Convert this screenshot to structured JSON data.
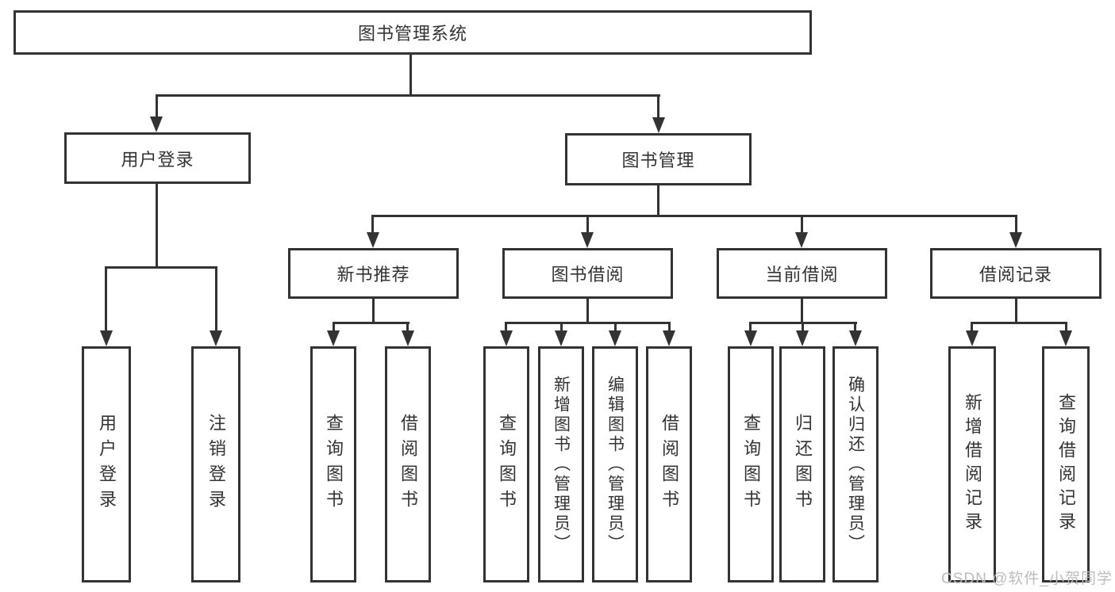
{
  "diagram": {
    "title": "图书管理系统",
    "root": {
      "label": "图书管理系统"
    },
    "level2": [
      {
        "id": "user-login",
        "label": "用户登录"
      },
      {
        "id": "book-management",
        "label": "图书管理"
      }
    ],
    "level3": [
      {
        "id": "new-book-recommend",
        "label": "新书推荐",
        "parent": "图书管理"
      },
      {
        "id": "book-borrow",
        "label": "图书借阅",
        "parent": "图书管理"
      },
      {
        "id": "current-borrow",
        "label": "当前借阅",
        "parent": "图书管理"
      },
      {
        "id": "borrow-records",
        "label": "借阅记录",
        "parent": "图书管理"
      }
    ],
    "leaves": [
      {
        "label": "用户登录",
        "parent": "用户登录"
      },
      {
        "label": "注销登录",
        "parent": "用户登录"
      },
      {
        "label": "查询图书",
        "parent": "新书推荐"
      },
      {
        "label": "借阅图书",
        "parent": "新书推荐"
      },
      {
        "label": "查询图书",
        "parent": "图书借阅"
      },
      {
        "label": "新增图书（管理员）",
        "parent": "图书借阅"
      },
      {
        "label": "编辑图书（管理员）",
        "parent": "图书借阅"
      },
      {
        "label": "借阅图书",
        "parent": "图书借阅"
      },
      {
        "label": "查询图书",
        "parent": "当前借阅"
      },
      {
        "label": "归还图书",
        "parent": "当前借阅"
      },
      {
        "label": "确认归还（管理员）",
        "parent": "当前借阅"
      },
      {
        "label": "新增借阅记录",
        "parent": "借阅记录"
      },
      {
        "label": "查询借阅记录",
        "parent": "借阅记录"
      }
    ]
  },
  "watermark": {
    "text": "CSDN @软件_小贺同学"
  },
  "colors": {
    "line": "#333333",
    "box_border": "#333333",
    "box_fill": "#ffffff",
    "text": "#333333",
    "background": "#ffffff",
    "watermark": "#bcbcbc"
  }
}
